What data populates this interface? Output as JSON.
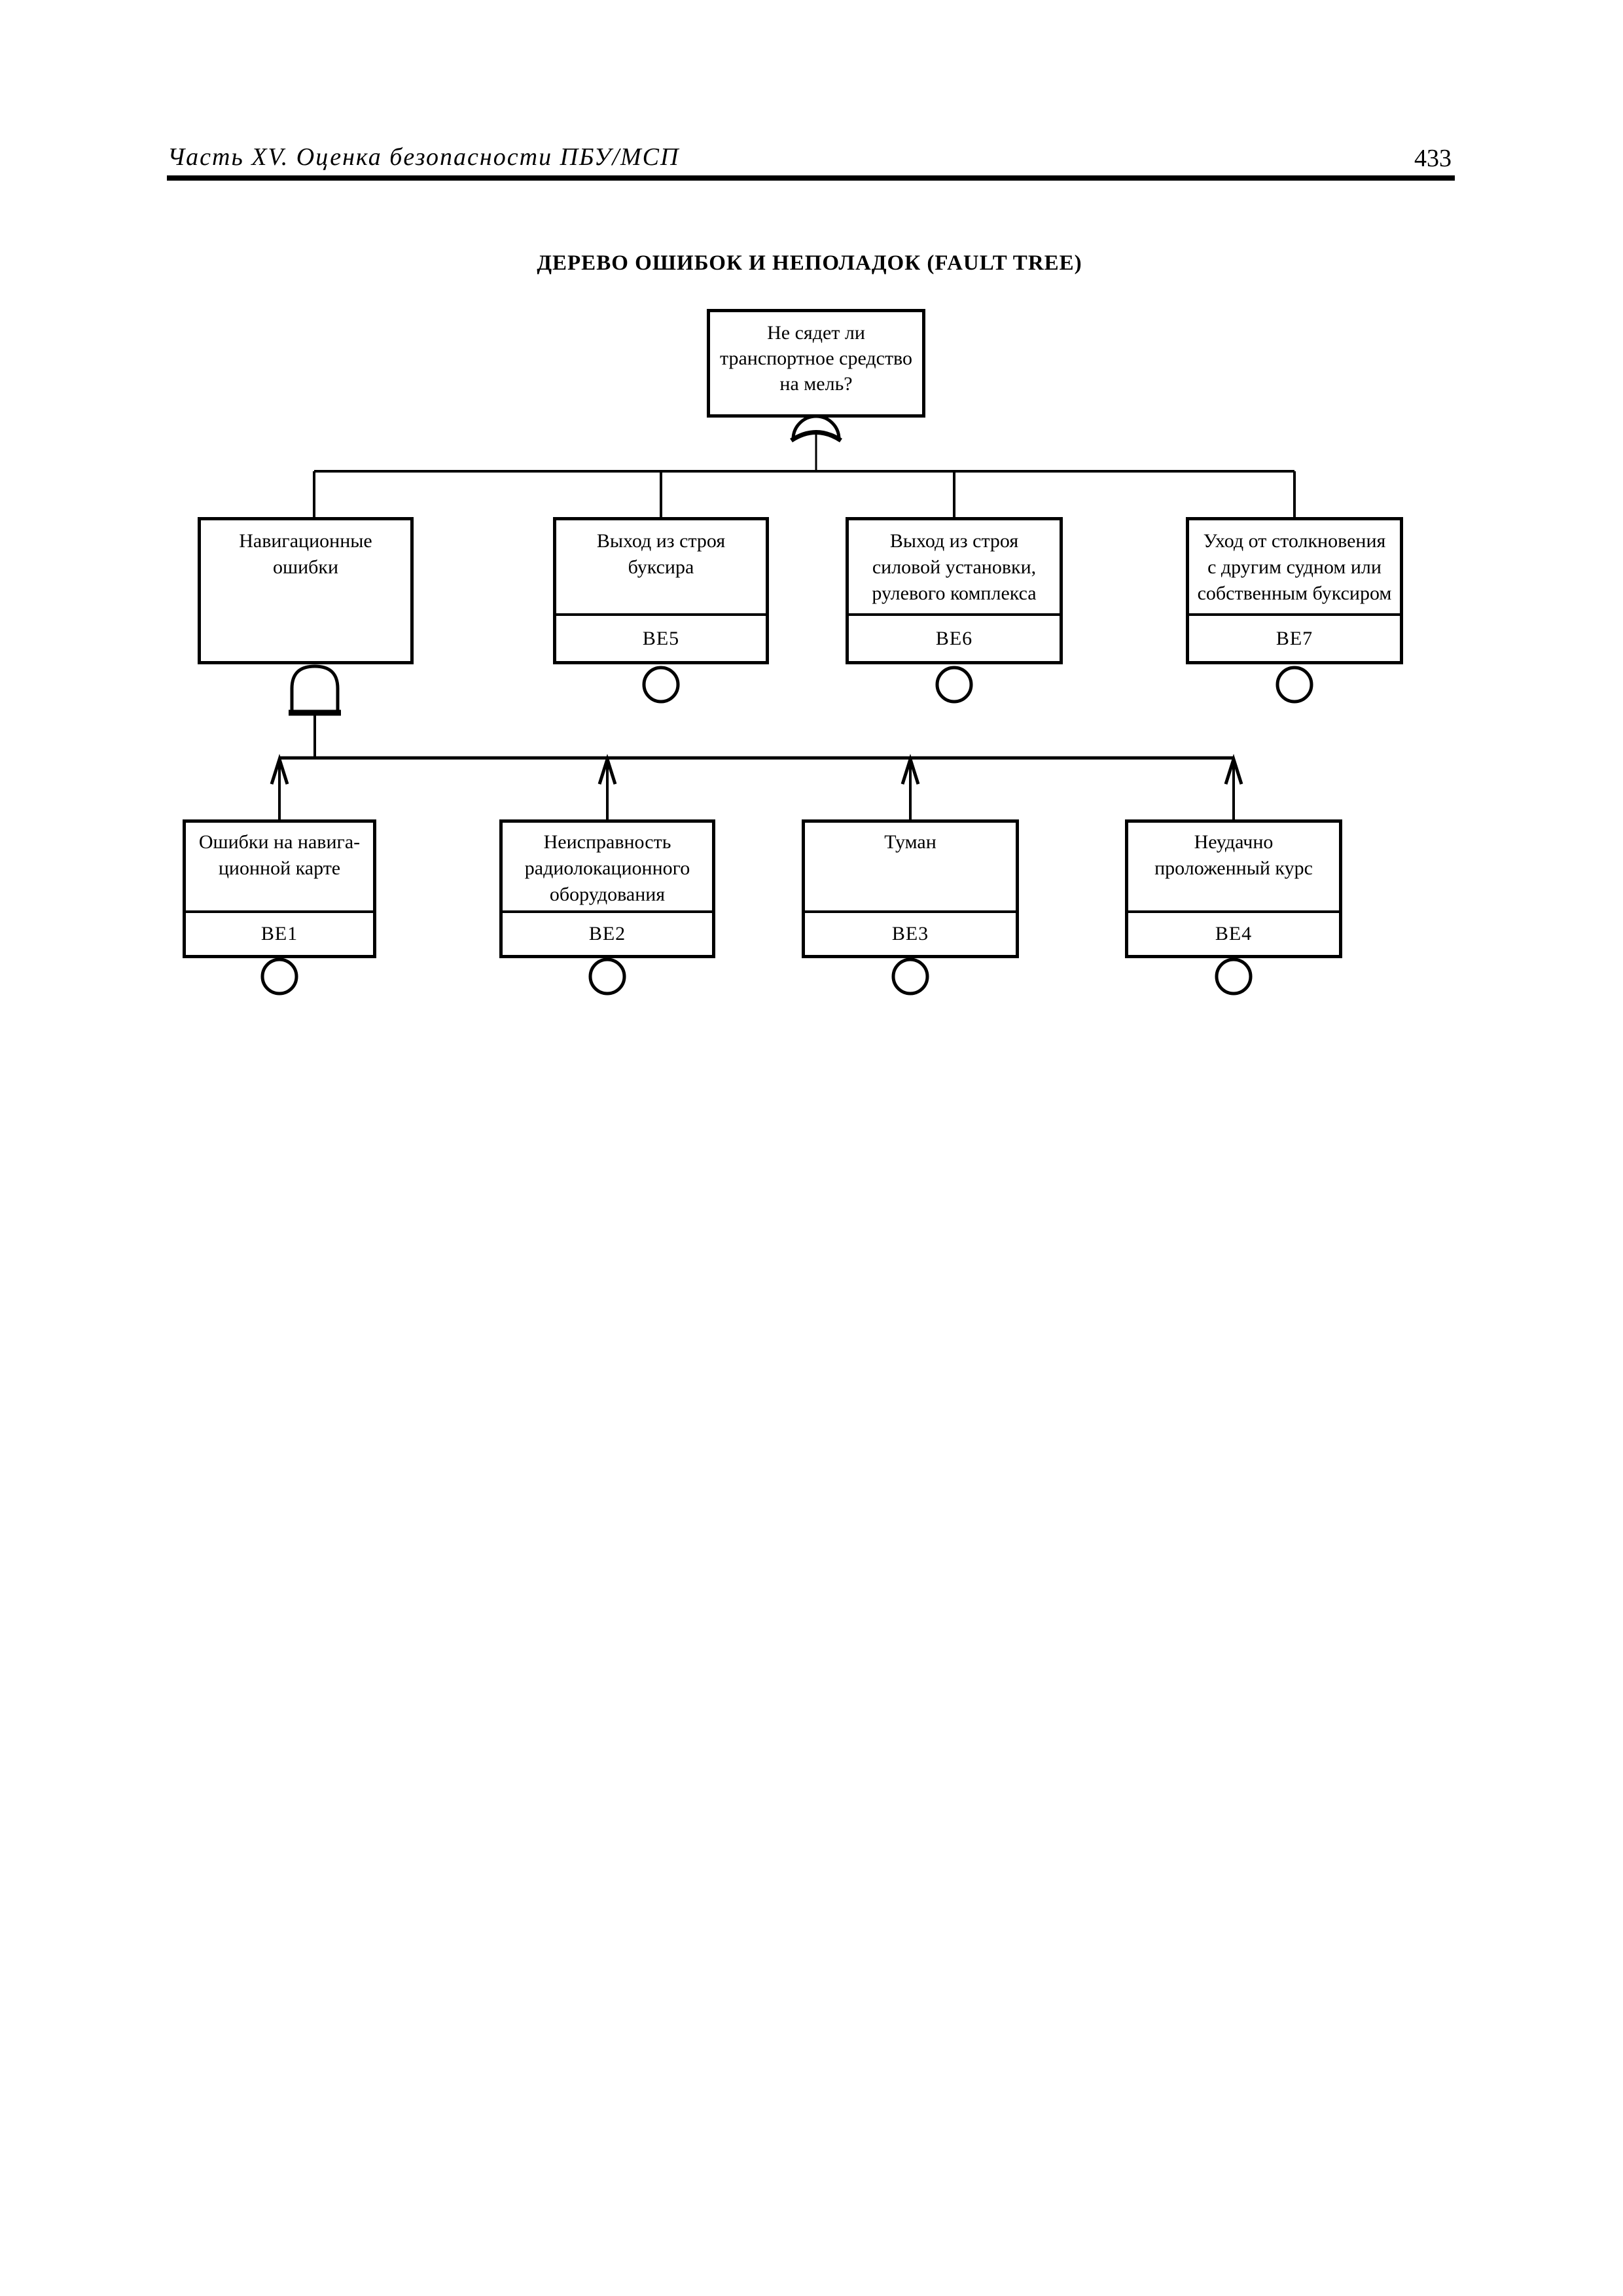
{
  "header": {
    "title": "Часть XV. Оценка безопасности ПБУ/МСП",
    "page_number": "433"
  },
  "diagram": {
    "title": "ДЕРЕВО ОШИБОК И НЕПОЛАДОК (FAULT TREE)",
    "colors": {
      "ink": "#000000",
      "paper": "#ffffff"
    },
    "top_event": {
      "label": "Не сядет ли\nтранспортное средство\nна мель?",
      "gate": "OR"
    },
    "level2": [
      {
        "label": "Навигационные\nошибки",
        "code": "",
        "gate": "AND"
      },
      {
        "label": "Выход из строя\nбуксира",
        "code": "BE5"
      },
      {
        "label": "Выход из строя\nсиловой установки,\nрулевого комплекса",
        "code": "BE6"
      },
      {
        "label": "Уход от столкновения\nс другим судном или\nсобственным буксиром",
        "code": "BE7"
      }
    ],
    "level3": [
      {
        "label": "Ошибки на навига-\nционной карте",
        "code": "BE1"
      },
      {
        "label": "Неисправность\nрадиолокационного\nоборудования",
        "code": "BE2"
      },
      {
        "label": "Туман",
        "code": "BE3"
      },
      {
        "label": "Неудачно\nпроложенный курс",
        "code": "BE4"
      }
    ]
  }
}
